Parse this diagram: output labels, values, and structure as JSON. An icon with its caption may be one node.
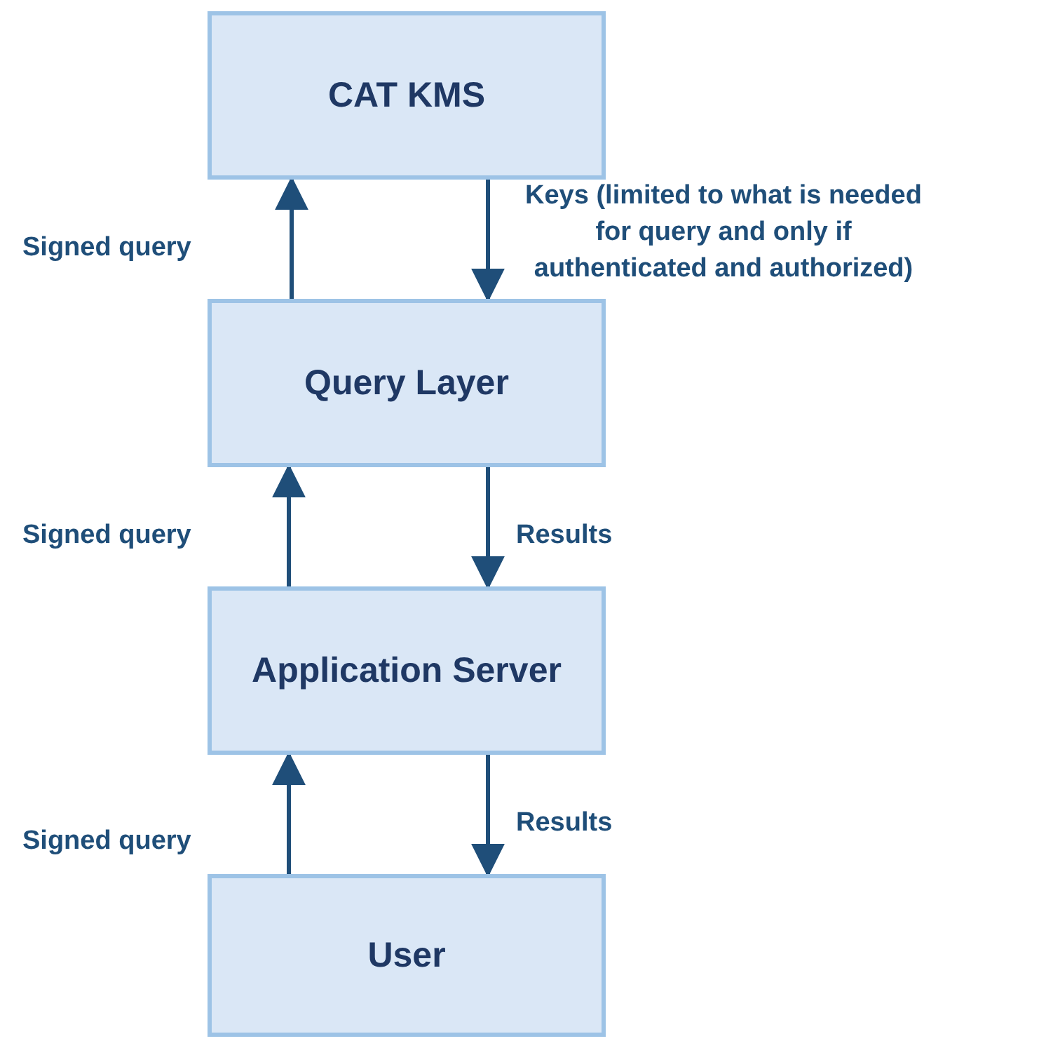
{
  "diagram": {
    "nodes": [
      {
        "text": [
          "CAT KMS"
        ]
      },
      {
        "text": [
          "Query Layer"
        ]
      },
      {
        "text": [
          "Application Server"
        ]
      },
      {
        "text": [
          "User"
        ]
      }
    ],
    "edges": [
      {
        "from": 1,
        "to": 0,
        "arrow": "to",
        "label": "Signed query"
      },
      {
        "from": 0,
        "to": 1,
        "arrow": "to",
        "label": "Keys (limited to what is needed for query and only if authenticated and authorized)"
      },
      {
        "from": 2,
        "to": 1,
        "arrow": "to",
        "label": "Signed query"
      },
      {
        "from": 1,
        "to": 2,
        "arrow": "to",
        "label": "Results"
      },
      {
        "from": 3,
        "to": 2,
        "arrow": "to",
        "label": "Signed query"
      },
      {
        "from": 2,
        "to": 3,
        "arrow": "to",
        "label": "Results"
      }
    ]
  }
}
